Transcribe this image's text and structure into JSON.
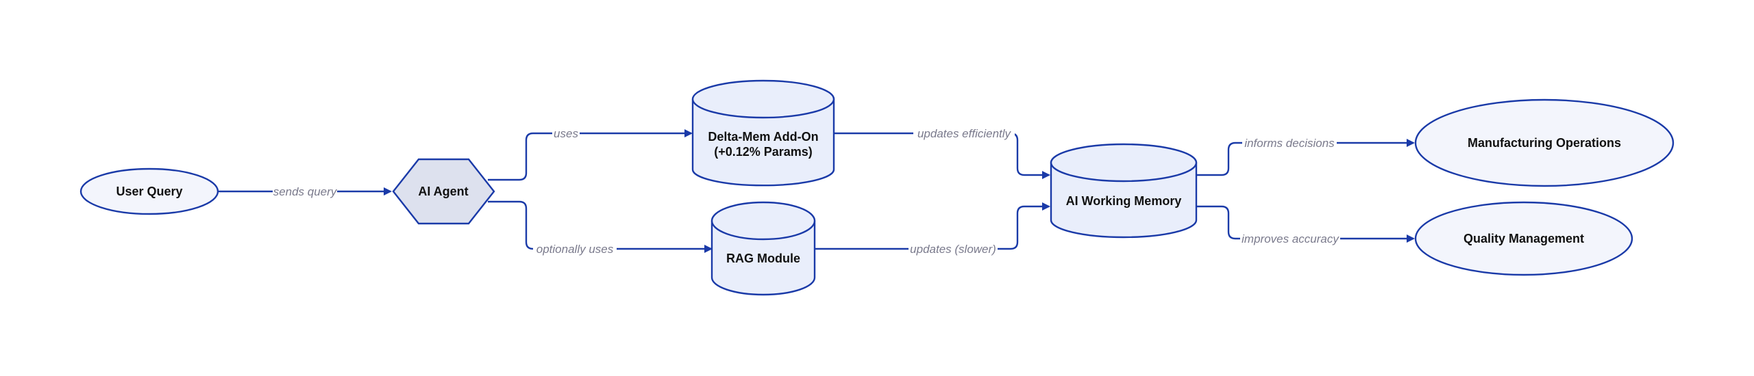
{
  "colors": {
    "stroke": "#1a3aa8",
    "node_fill": "#f3f5fc",
    "cylinder_fill": "#e9eefb",
    "agent_fill": "#dde1ee",
    "edge_label": "#7a7a8c",
    "node_text": "#111111"
  },
  "nodes": {
    "user_query": {
      "label": "User Query",
      "shape": "ellipse"
    },
    "ai_agent": {
      "label": "AI Agent",
      "shape": "hexagon"
    },
    "delta_mem": {
      "label_line1": "Delta-Mem Add-On",
      "label_line2": "(+0.12% Params)",
      "shape": "cylinder"
    },
    "rag_module": {
      "label": "RAG Module",
      "shape": "cylinder"
    },
    "working_memory": {
      "label": "AI Working Memory",
      "shape": "cylinder"
    },
    "manufacturing": {
      "label": "Manufacturing Operations",
      "shape": "ellipse"
    },
    "quality": {
      "label": "Quality Management",
      "shape": "ellipse"
    }
  },
  "edges": {
    "sends_query": "sends query",
    "uses": "uses",
    "optionally_uses": "optionally uses",
    "updates_efficiently": "updates efficiently",
    "updates_slower": "updates (slower)",
    "informs_decisions": "informs decisions",
    "improves_accuracy": "improves accuracy"
  }
}
